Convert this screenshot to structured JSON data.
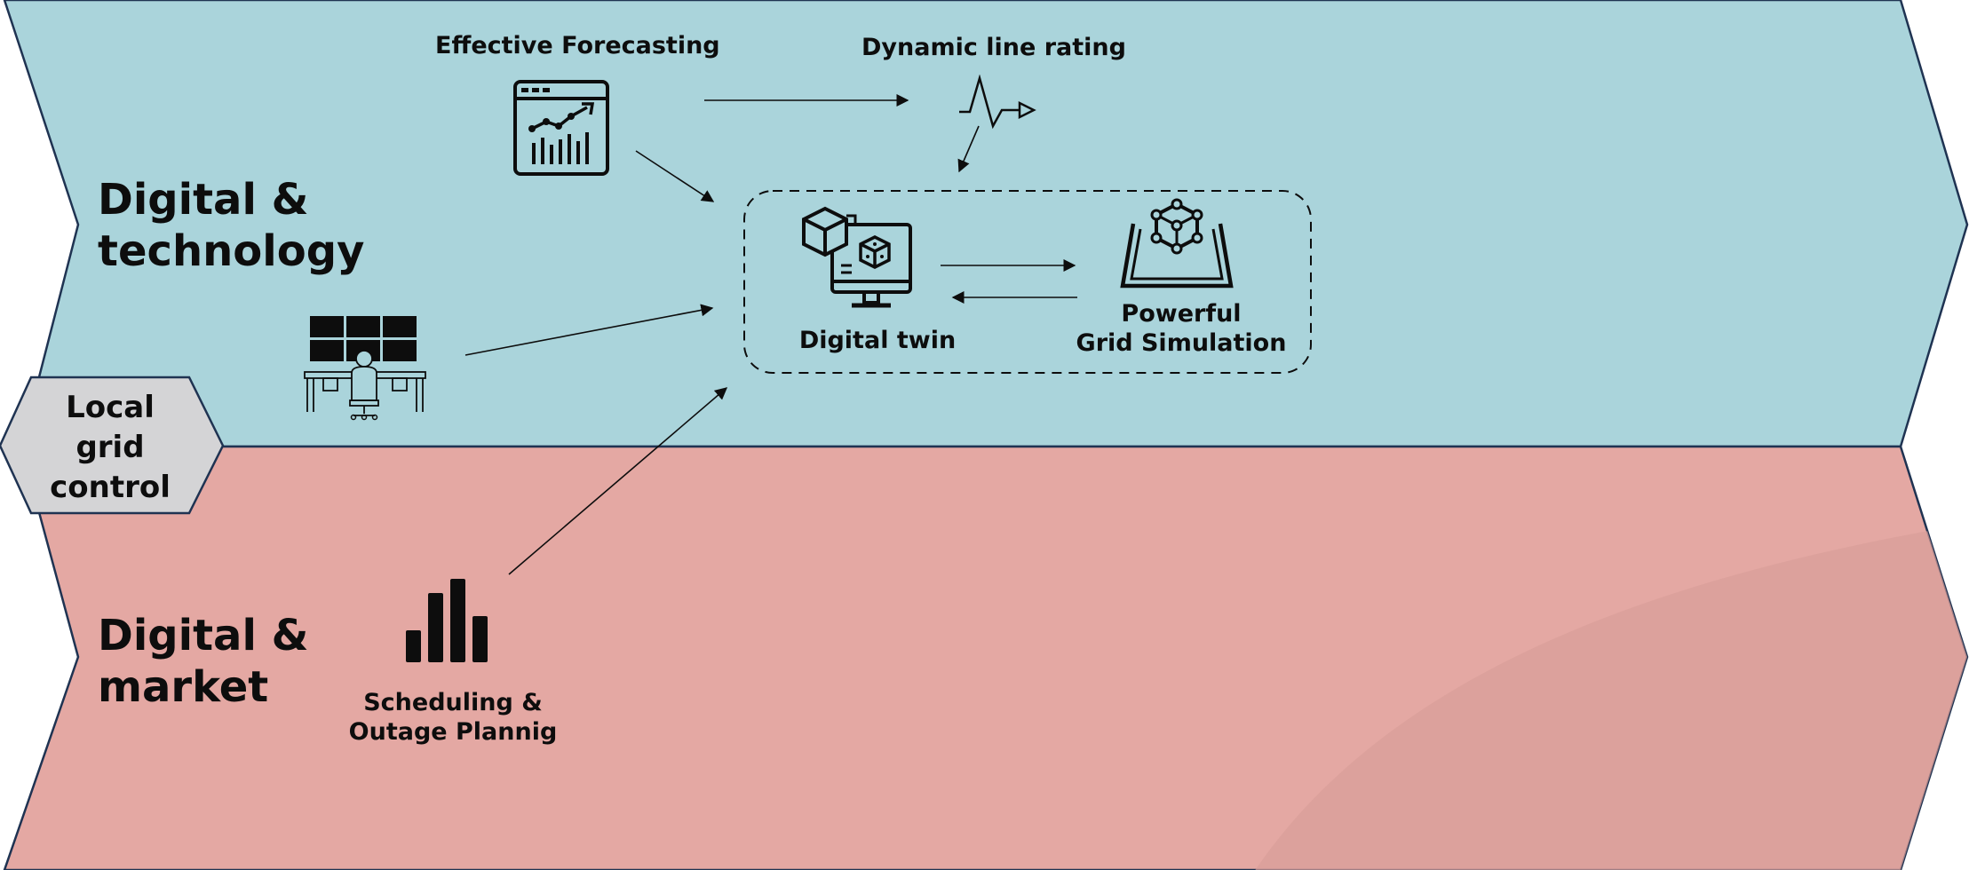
{
  "bands": {
    "tech_title": "Digital & technology",
    "market_title": "Digital & market"
  },
  "local_grid_control": "Local grid control",
  "nodes": {
    "effective_forecasting": "Effective Forecasting",
    "dynamic_line_rating": "Dynamic line rating",
    "digital_twin": "Digital twin",
    "grid_simulation_line1": "Powerful",
    "grid_simulation_line2": "Grid Simulation",
    "scheduling_line1": "Scheduling &",
    "scheduling_line2": "Outage Plannig"
  },
  "colors": {
    "tech_band": "#aad4db",
    "market_band": "#e4a8a3",
    "market_shade": "#d99e98",
    "local_grid": "#d4d4d6",
    "outline": "#1f3352",
    "ink": "#0d0d0d"
  },
  "icons": {
    "forecast": "chart-window-icon",
    "dlr": "pulse-signal-icon",
    "twin": "cube-monitor-icon",
    "simulation": "3d-platform-icon",
    "control_room": "operator-workstation-icon",
    "scheduling": "bar-chart-icon"
  }
}
